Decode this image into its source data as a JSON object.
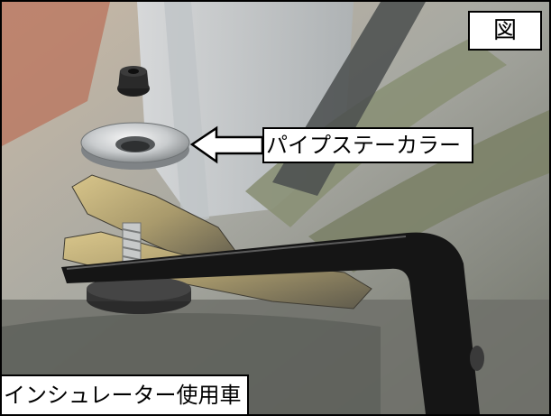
{
  "labels": {
    "figure": "図",
    "callout": "パイプステーカラー",
    "caption": "インシュレーター使用車"
  },
  "colors": {
    "border": "#000000",
    "label_background": "#ffffff",
    "arrow_fill": "#ffffff",
    "arrow_stroke": "#000000"
  }
}
